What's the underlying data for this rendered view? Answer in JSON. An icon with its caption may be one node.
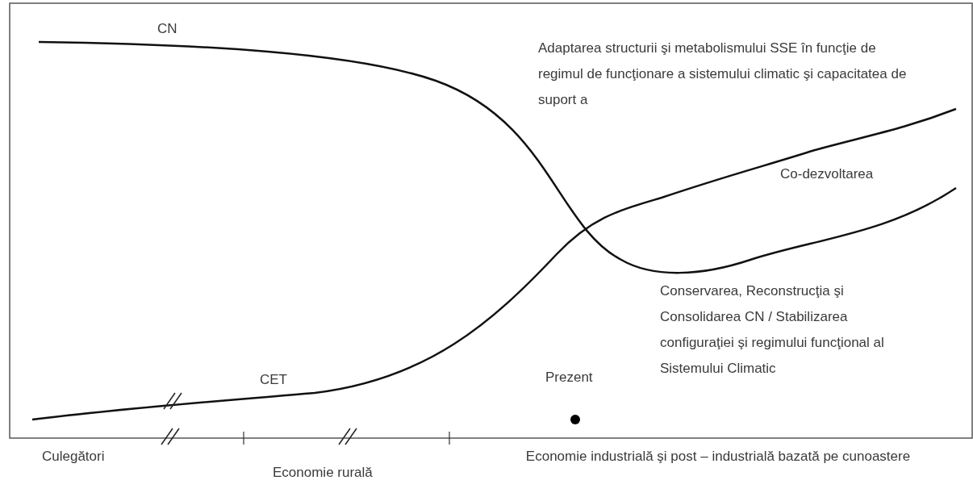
{
  "diagram": {
    "labels": [
      "CN",
      "Adaptarea structurii şi metabolismului SSE în funcţie de regimul de funcţionare a sistemului climatic şi capacitatea de suport a",
      "Co-dezvoltarea",
      "Conservarea, Reconstrucţia şi Consolidarea CN / Stabilizarea configuraţiei şi regimului funcţional al Sistemului Climatic",
      "CET",
      "Prezent",
      "Culegători",
      "Economie rurală",
      "Economie industrială şi post – industrială bazată pe cunoastere"
    ]
  }
}
